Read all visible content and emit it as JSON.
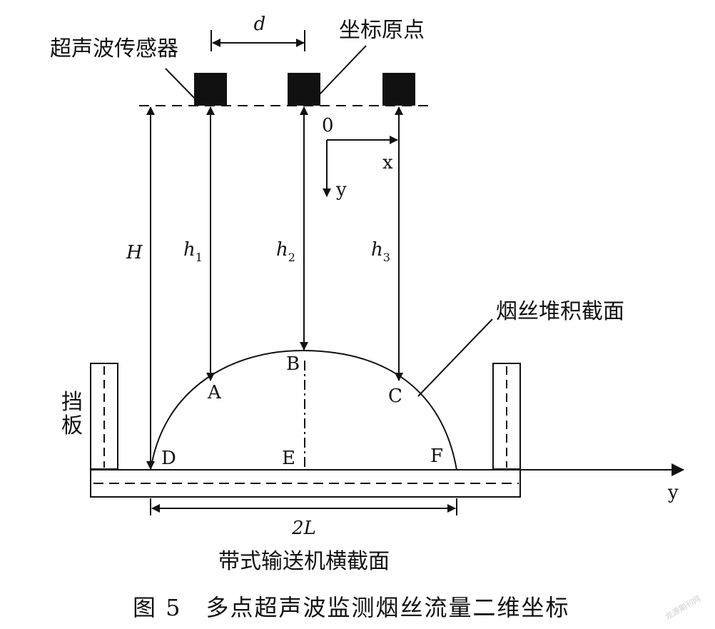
{
  "labels": {
    "sensor": "超声波传感器",
    "origin": "坐标原点",
    "spacing": "d",
    "zero": "0",
    "axis_x": "x",
    "axis_y_small": "y",
    "axis_y": "y",
    "height_H": "H",
    "h1_base": "h",
    "h1_sub": "1",
    "h2_base": "h",
    "h2_sub": "2",
    "h3_base": "h",
    "h3_sub": "3",
    "pile_section": "烟丝堆积截面",
    "baffle_1": "挡",
    "baffle_2": "板",
    "point_A": "A",
    "point_B": "B",
    "point_C": "C",
    "point_D": "D",
    "point_E": "E",
    "point_F": "F",
    "width": "2L",
    "conveyor_section": "带式输送机横截面",
    "caption": "图 5　多点超声波监测烟丝流量二维坐标",
    "watermark": "龙源期刊网"
  }
}
